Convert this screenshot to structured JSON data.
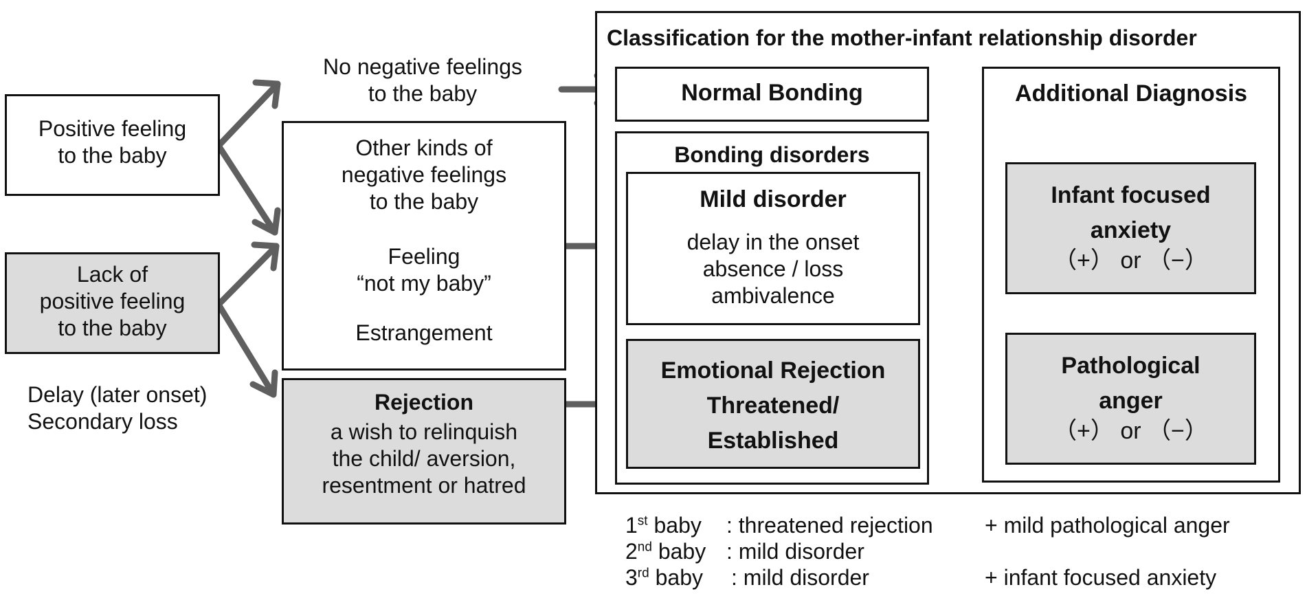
{
  "left": {
    "positive": [
      "Positive feeling",
      "to the baby"
    ],
    "lack": [
      "Lack of",
      "positive feeling",
      "to the baby"
    ],
    "delay": [
      "Delay (later onset)",
      "Secondary loss"
    ]
  },
  "middle": {
    "no_negative": [
      "No negative feelings",
      "to the baby"
    ],
    "other_negative": [
      "Other kinds of",
      "negative feelings",
      "to the baby"
    ],
    "feeling": [
      "Feeling",
      "“not my baby”"
    ],
    "estrangement": "Estrangement",
    "rejection_title": "Rejection",
    "rejection_desc": [
      "a wish to relinquish",
      "the child/ aversion,",
      "resentment or hatred"
    ]
  },
  "classification": {
    "title": "Classification for the mother-infant relationship disorder",
    "normal": "Normal Bonding",
    "bonding_title": "Bonding disorders",
    "mild_title": "Mild disorder",
    "mild_desc": [
      "delay in the onset",
      "absence / loss",
      "ambivalence"
    ],
    "emotional": [
      "Emotional Rejection",
      "Threatened/",
      "Established"
    ],
    "additional_title": "Additional Diagnosis",
    "anxiety": [
      "Infant focused",
      "anxiety"
    ],
    "anger": [
      "Pathological",
      "anger"
    ],
    "sign_plus": "（+）",
    "sign_or": "or",
    "sign_minus": "（−）"
  },
  "legend": [
    {
      "num": "1",
      "sup": "st",
      "label": " baby",
      "status": ": threatened rejection",
      "extra": "+ mild pathological anger"
    },
    {
      "num": "2",
      "sup": "nd",
      "label": " baby",
      "status": ": mild disorder",
      "extra": ""
    },
    {
      "num": "3",
      "sup": "rd",
      "label": " baby",
      "status": ": mild disorder",
      "extra": "+ infant focused anxiety"
    }
  ]
}
